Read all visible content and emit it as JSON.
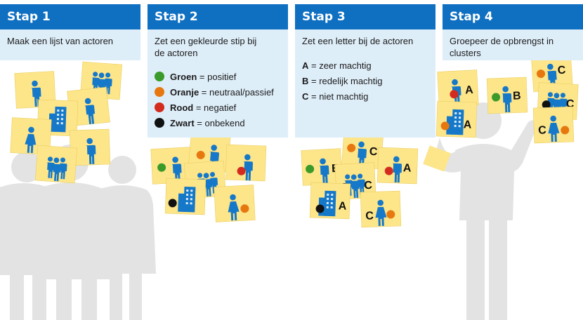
{
  "steps": [
    {
      "title": "Stap 1",
      "text": "Maak een lijst van actoren"
    },
    {
      "title": "Stap 2",
      "text": "Zet een gekleurde stip bij de actoren"
    },
    {
      "title": "Stap 3",
      "text": "Zet een letter bij de actoren"
    },
    {
      "title": "Stap 4",
      "text": "Groepeer de opbrengst in clusters"
    }
  ],
  "color_legend": [
    {
      "label": "Groen",
      "desc": " = positief",
      "color": "#3a9a2a"
    },
    {
      "label": "Oranje",
      "desc": " = neutraal/passief",
      "color": "#e6780f"
    },
    {
      "label": "Rood",
      "desc": " = negatief",
      "color": "#d42b1f"
    },
    {
      "label": "Zwart",
      "desc": " = onbekend",
      "color": "#111111"
    }
  ],
  "letter_legend": [
    {
      "label": "A",
      "desc": " = zeer machtig"
    },
    {
      "label": "B",
      "desc": " = redelijk machtig"
    },
    {
      "label": "C",
      "desc": " = niet machtig"
    }
  ],
  "note_letters": {
    "a": "A",
    "b": "B",
    "c": "C"
  },
  "colors": {
    "header_blue": "#0f6fc1",
    "panel_blue": "#deeef9",
    "note_yellow": "#fde58a",
    "icon_blue": "#1578c8",
    "silhouette_grey": "#e3e3e3"
  },
  "icons": [
    "person-icon",
    "group-icon",
    "building-icon",
    "silhouette-people"
  ]
}
